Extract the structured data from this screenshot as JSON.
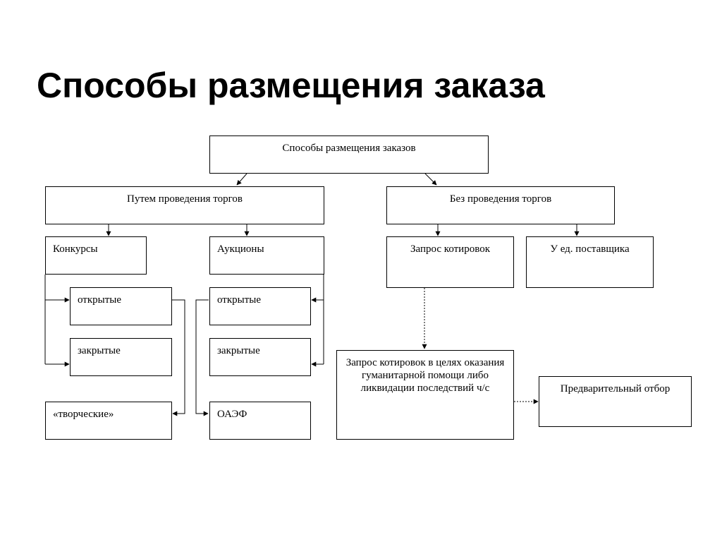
{
  "slide": {
    "title": "Способы размещения заказа"
  },
  "diagram": {
    "root": "Способы размещения заказов",
    "with_tenders": {
      "label": "Путем проведения торгов",
      "contests": {
        "label": "Конкурсы",
        "open": "открытые",
        "closed": "закрытые",
        "creative": "«творческие»"
      },
      "auctions": {
        "label": "Аукционы",
        "open": "открытые",
        "closed": "закрытые",
        "oaef": "ОАЭФ"
      }
    },
    "without_tenders": {
      "label": "Без проведения торгов",
      "quotation_request": "Запрос котировок",
      "single_supplier": "У ед. поставщика",
      "humanitarian_quotation": "Запрос котировок в целях оказания гуманитарной помощи либо ликвидации последствий ч/с",
      "preselection": "Предварительный отбор"
    }
  }
}
